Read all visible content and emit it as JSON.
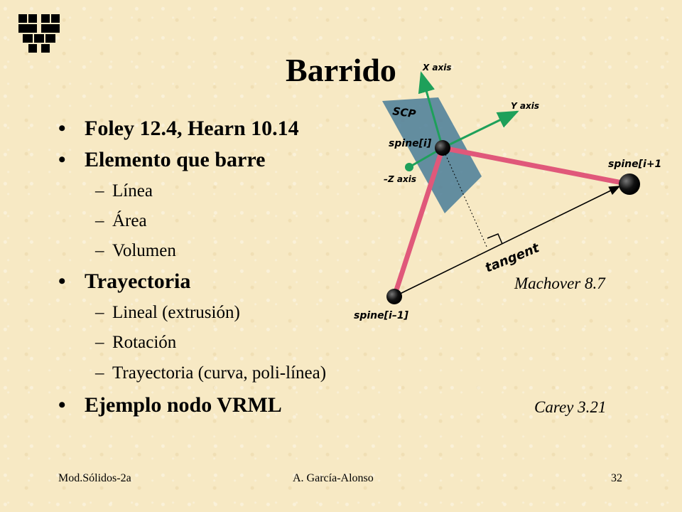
{
  "slide": {
    "title": "Barrido",
    "bullets": [
      {
        "text": "Foley 12.4, Hearn 10.14",
        "subitems": []
      },
      {
        "text": "Elemento que barre",
        "subitems": [
          "Línea",
          "Área",
          "Volumen"
        ]
      },
      {
        "text": "Trayectoria",
        "subitems": [
          "Lineal (extrusión)",
          "Rotación",
          "Trayectoria (curva, poli-línea)"
        ]
      },
      {
        "text": "Ejemplo nodo VRML",
        "subitems": []
      }
    ],
    "bullet_char": "•",
    "dash_char": "–",
    "citations": {
      "trayectoria": "Machover 8.7",
      "vrml": "Carey 3.21"
    }
  },
  "diagram": {
    "labels": {
      "x_axis": "X axis",
      "y_axis": "Y axis",
      "neg_z_axis": "–Z axis",
      "scp": "SCP",
      "spine_i": "spine[i]",
      "spine_next": "spine[i+1]",
      "spine_prev": "spine[i–1]",
      "tangent": "tangent"
    },
    "colors": {
      "axis": "#1ea05a",
      "spine": "#e0587a",
      "plane": "#4f7f9a",
      "node": "#111111"
    }
  },
  "footer": {
    "left": "Mod.Sólidos-2a",
    "center": "A. García-Alonso",
    "page": "32"
  },
  "logo": {
    "icon": "university-logo-icon"
  }
}
